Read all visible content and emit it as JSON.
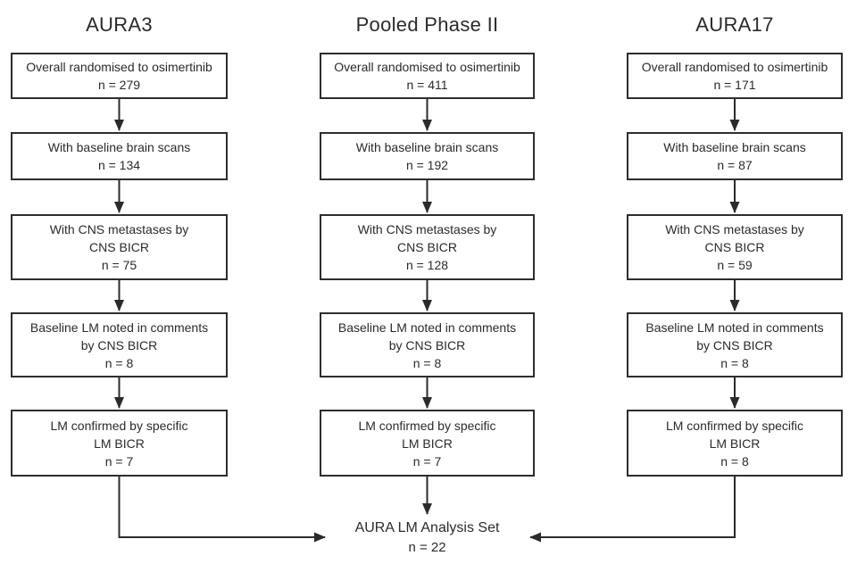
{
  "diagram": {
    "colors": {
      "line": "#2b2b2b",
      "text": "#2b2b2b",
      "background": "#ffffff"
    },
    "columns": [
      {
        "title": "AURA3",
        "boxes": [
          {
            "lines": [
              "Overall randomised to osimertinib"
            ],
            "n": "n = 279"
          },
          {
            "lines": [
              "With baseline brain scans"
            ],
            "n": "n = 134"
          },
          {
            "lines": [
              "With CNS metastases by",
              "CNS BICR"
            ],
            "n": "n = 75"
          },
          {
            "lines": [
              "Baseline LM noted in comments",
              "by CNS BICR"
            ],
            "n": "n = 8"
          },
          {
            "lines": [
              "LM confirmed by specific",
              "LM BICR"
            ],
            "n": "n = 7"
          }
        ]
      },
      {
        "title": "Pooled Phase II",
        "boxes": [
          {
            "lines": [
              "Overall randomised to osimertinib"
            ],
            "n": "n = 411"
          },
          {
            "lines": [
              "With baseline brain scans"
            ],
            "n": "n = 192"
          },
          {
            "lines": [
              "With CNS metastases by",
              "CNS BICR"
            ],
            "n": "n = 128"
          },
          {
            "lines": [
              "Baseline LM noted in comments",
              "by CNS BICR"
            ],
            "n": "n = 8"
          },
          {
            "lines": [
              "LM confirmed by specific",
              "LM BICR"
            ],
            "n": "n = 7"
          }
        ]
      },
      {
        "title": "AURA17",
        "boxes": [
          {
            "lines": [
              "Overall randomised to osimertinib"
            ],
            "n": "n = 171"
          },
          {
            "lines": [
              "With baseline brain scans"
            ],
            "n": "n = 87"
          },
          {
            "lines": [
              "With CNS metastases by",
              "CNS BICR"
            ],
            "n": "n = 59"
          },
          {
            "lines": [
              "Baseline LM noted in comments",
              "by CNS BICR"
            ],
            "n": "n = 8"
          },
          {
            "lines": [
              "LM confirmed by specific",
              "LM BICR"
            ],
            "n": "n = 8"
          }
        ]
      }
    ],
    "footer": {
      "label": "AURA LM Analysis Set",
      "n": "n = 22"
    }
  }
}
